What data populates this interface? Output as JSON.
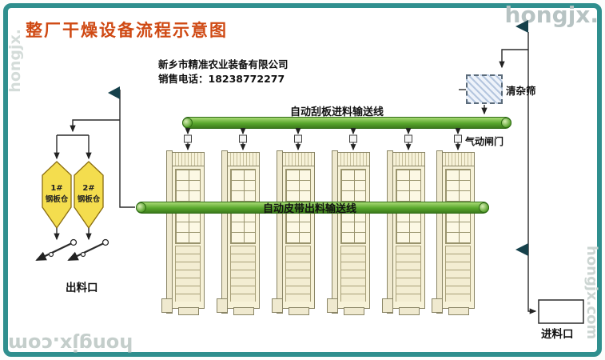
{
  "title": "整厂干燥设备流程示意图",
  "company": {
    "name": "新乡市精准农业装备有限公司",
    "phone": "销售电话：18238772277"
  },
  "conveyors": {
    "top_feed": {
      "label": "自动刮板进料输送线"
    },
    "belt_discharge": {
      "label": "自动皮带出料输送线"
    }
  },
  "equipment": {
    "cleaning_sieve_label": "清杂筛",
    "pneumatic_gate_label": "气动闸门",
    "dryer_tower_count": 6
  },
  "silos": [
    {
      "number": "1#",
      "name": "钢板仓"
    },
    {
      "number": "2#",
      "name": "钢板仓"
    }
  ],
  "ports": {
    "discharge_outlet": "出料口",
    "feed_inlet": "进料口"
  },
  "watermark": {
    "text": "hongjx.com",
    "short": "hongjx."
  },
  "colors": {
    "border_teal": "#2f8f8e",
    "title_red": "#cf4913",
    "conveyor_green": "#58a62c",
    "silo_yellow": "#f4dd4e",
    "tower_cream": "#f7f2d8"
  }
}
